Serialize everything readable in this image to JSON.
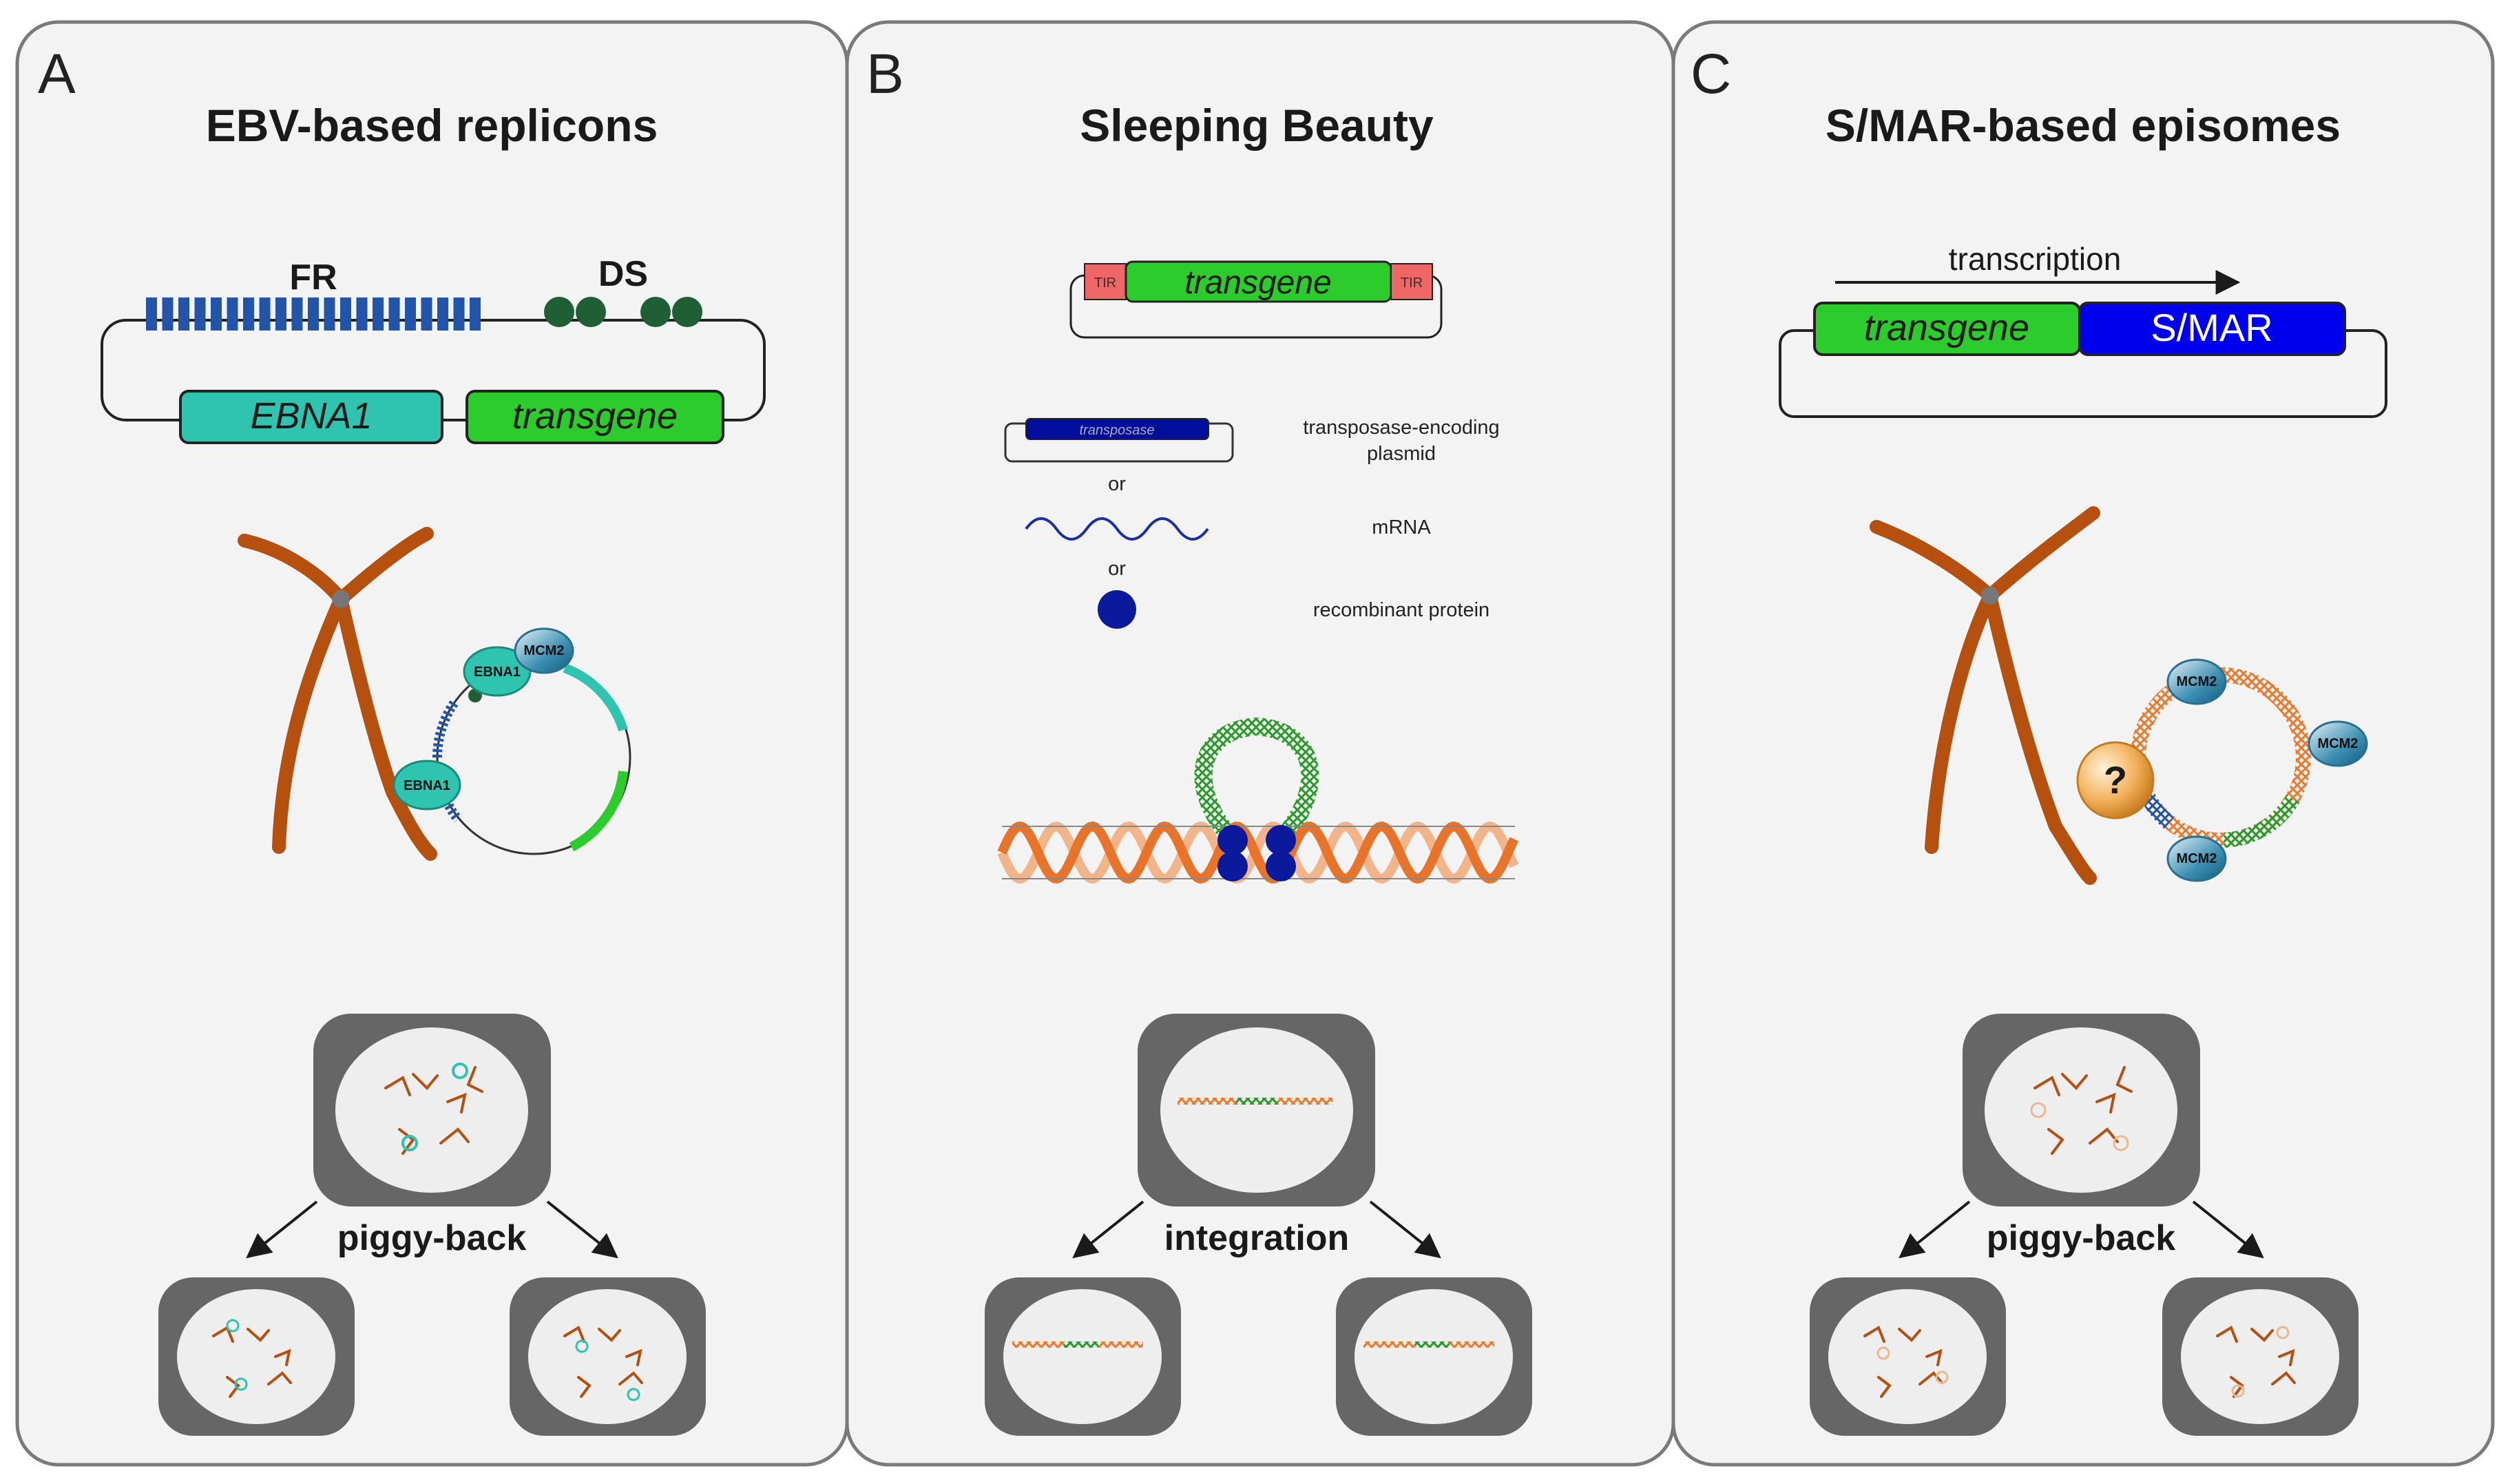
{
  "panels": [
    {
      "letter": "A",
      "title": "EBV-based replicons",
      "features": {
        "fr": "FR",
        "ds": "DS"
      },
      "genes": {
        "ebna1": "EBNA1",
        "transgene": "transgene"
      },
      "proteins": {
        "ebna1": "EBNA1",
        "mcm2": "MCM2"
      },
      "segregation": "piggy-back"
    },
    {
      "letter": "B",
      "title": "Sleeping Beauty",
      "tir": "TIR",
      "transgene": "transgene",
      "transposase": "transposase",
      "legend": {
        "plasmid_1": "transposase-encoding",
        "plasmid_2": "plasmid",
        "or": "or",
        "mrna": "mRNA",
        "protein": "recombinant protein"
      },
      "segregation": "integration"
    },
    {
      "letter": "C",
      "title": "S/MAR-based episomes",
      "transcription": "transcription",
      "genes": {
        "transgene": "transgene",
        "smar": "S/MAR"
      },
      "unknown": "?",
      "proteins": {
        "mcm2": "MCM2"
      },
      "segregation": "piggy-back"
    }
  ],
  "colors": {
    "chromosome": "#b5500f",
    "teal": "#2ec4b0",
    "green": "#22cc22",
    "blue_fr": "#2255aa",
    "dark_green": "#1f5f33",
    "navy": "#000e9a",
    "smar_blue": "#0000ee",
    "orange": "#e87a2e",
    "tir_red": "#ee6666",
    "cell_gray": "#666666",
    "nucleus": "#eeeeee"
  },
  "icons": {
    "chromosome": "x-shaped-chromosome",
    "mcm2": "blue-oval-protein",
    "cell": "rounded-square-cell-with-nucleus"
  }
}
